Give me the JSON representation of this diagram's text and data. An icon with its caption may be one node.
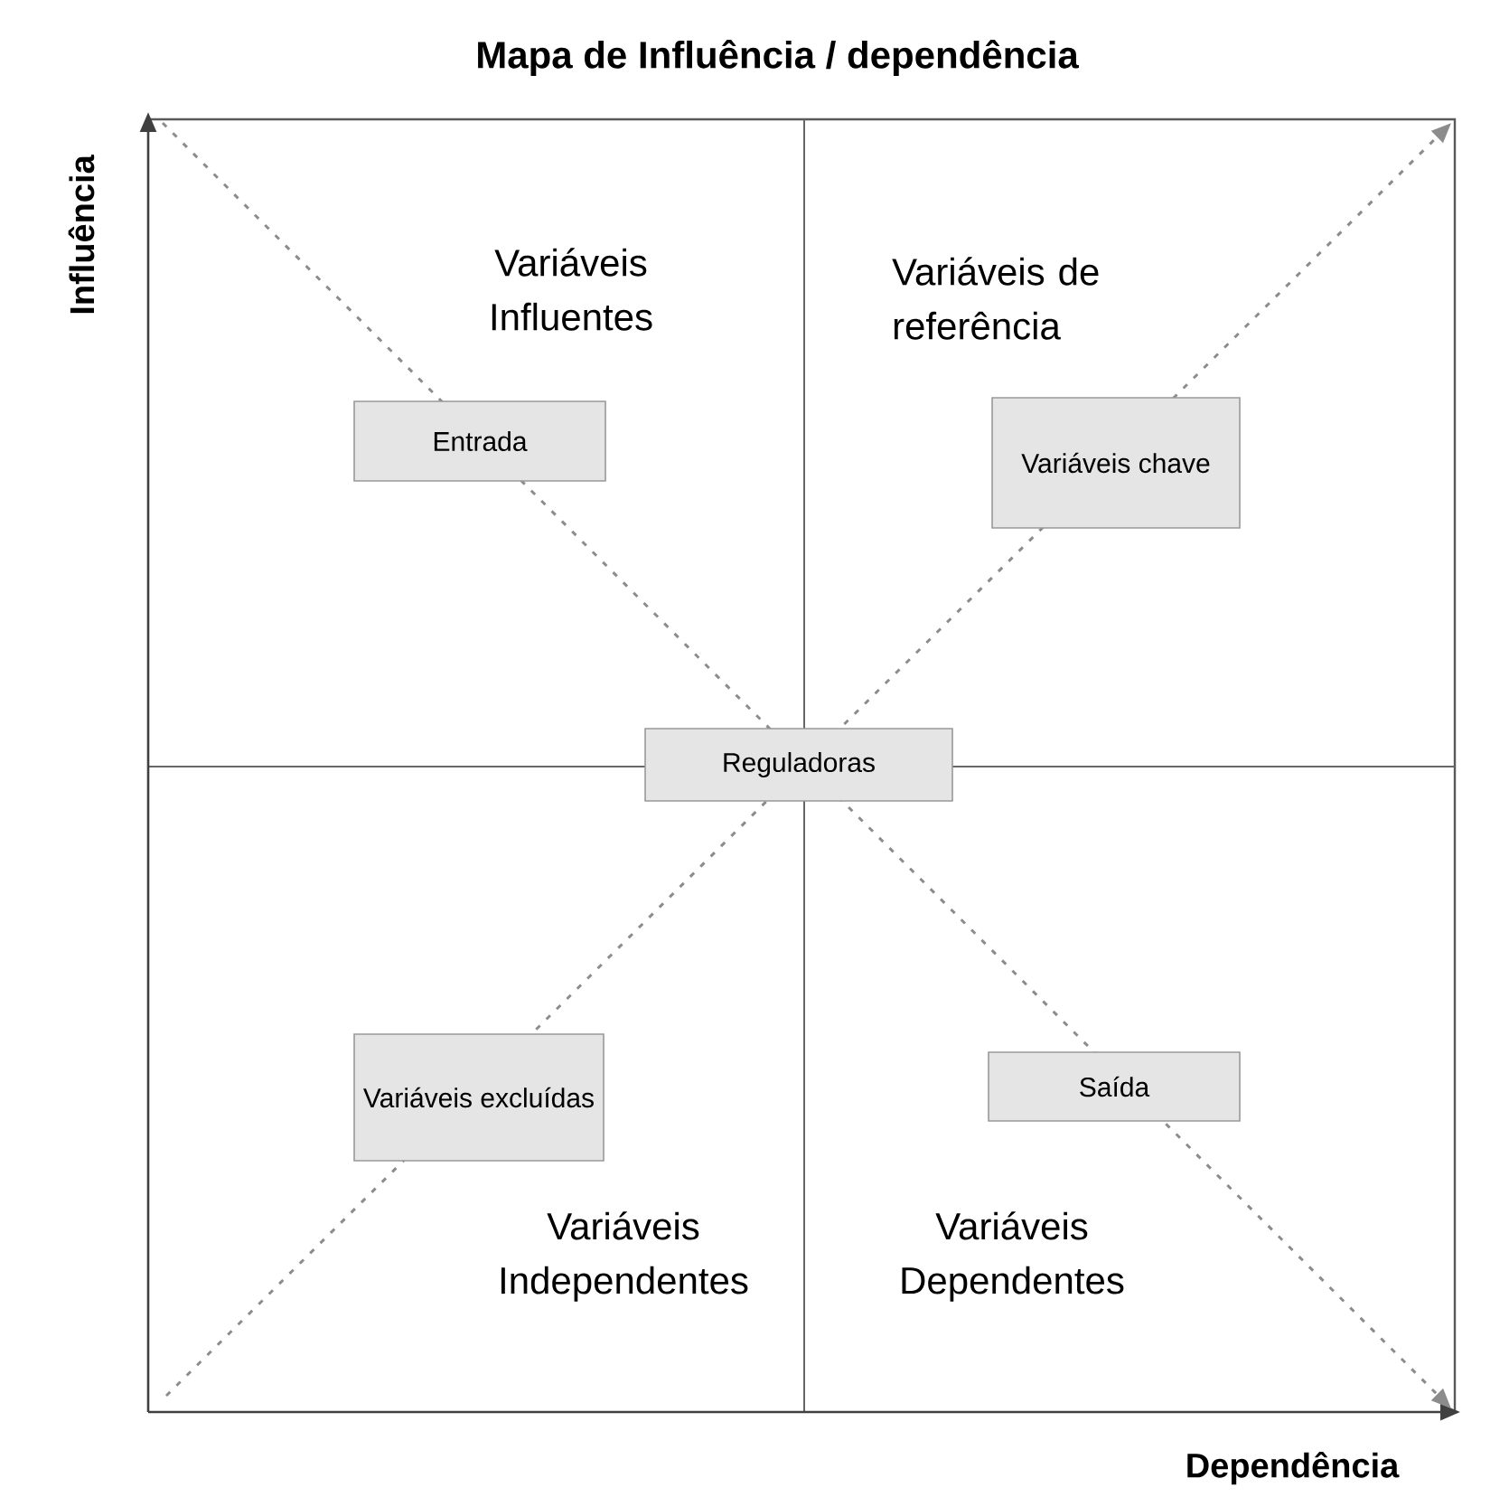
{
  "diagram": {
    "title": "Mapa de Influência / dependência",
    "nodes": [
      {
        "text": [
          "Entrada"
        ]
      },
      {
        "text": [
          "Variáveis chave"
        ]
      },
      {
        "text": [
          "Reguladoras"
        ]
      },
      {
        "text": [
          "Variáveis excluídas"
        ]
      },
      {
        "text": [
          "Saída"
        ]
      }
    ],
    "edges": [],
    "labels": [
      "Influência",
      "Variáveis Influentes",
      "Variáveis de referência",
      "Variáveis Independentes",
      "Variáveis Dependentes",
      "Dependência"
    ]
  }
}
